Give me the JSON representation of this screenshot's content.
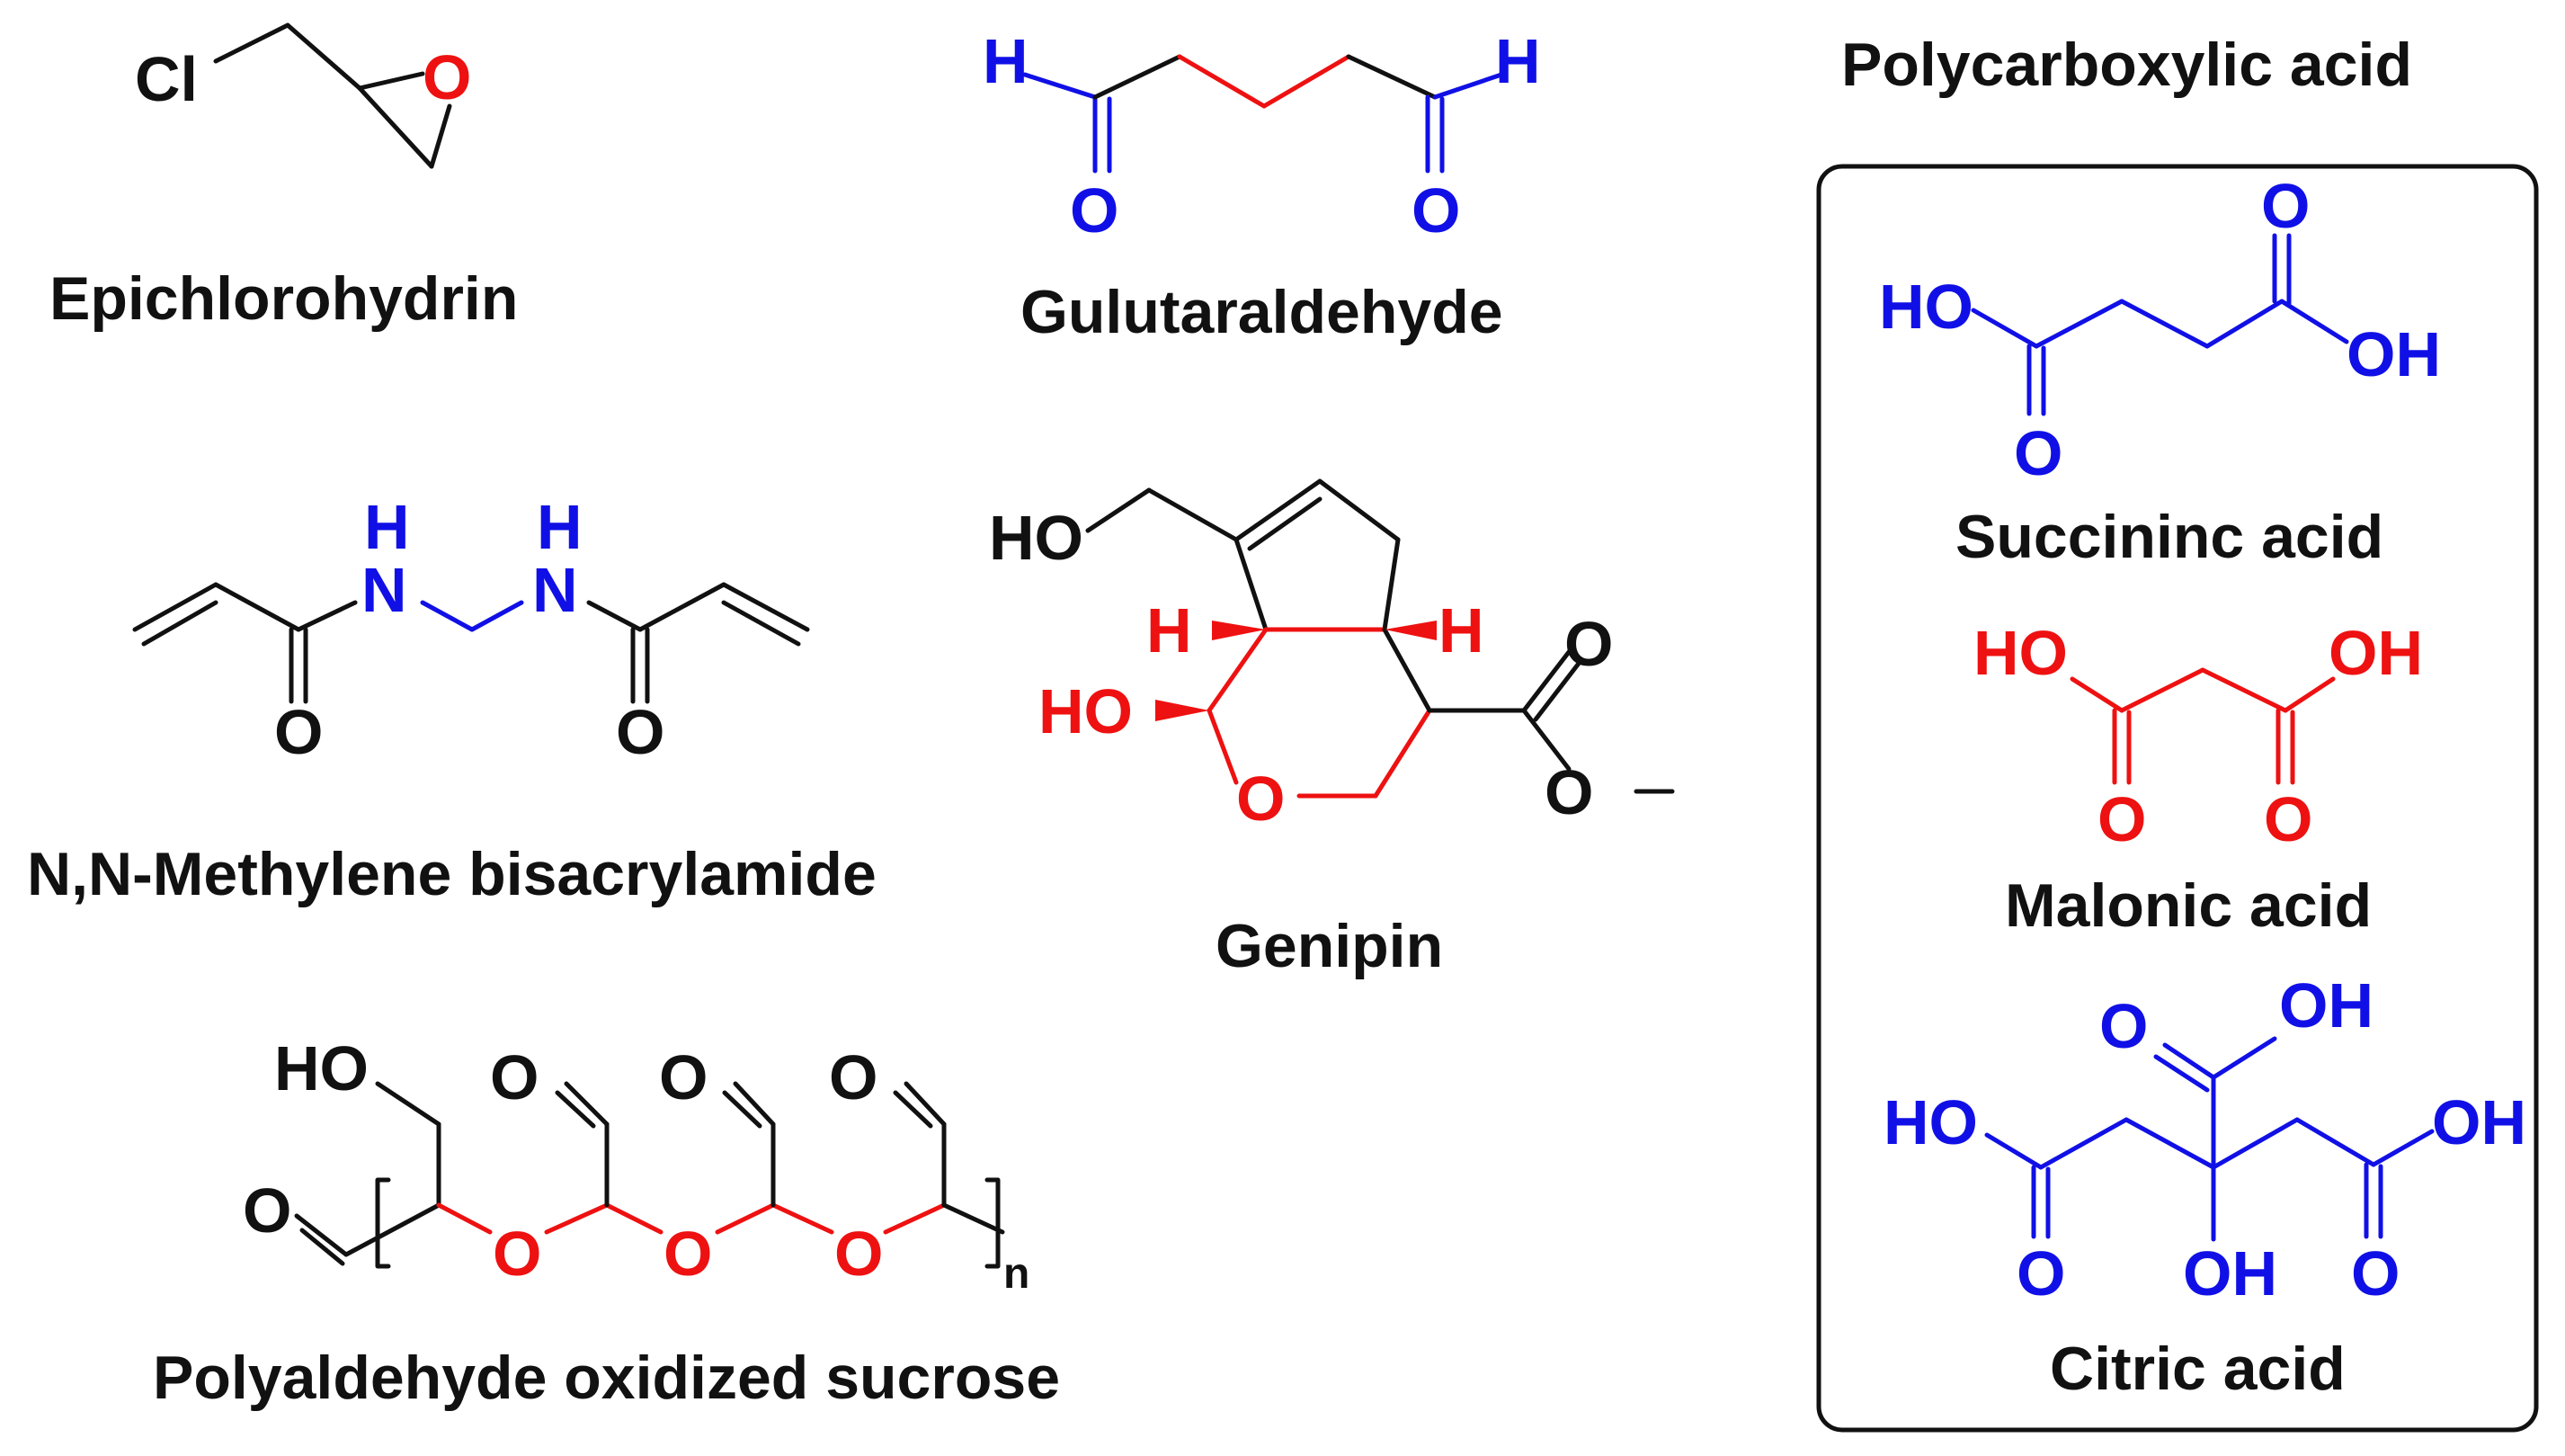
{
  "colors": {
    "black": "#111111",
    "blue": "#1010e6",
    "red": "#ee1111"
  },
  "molecules": {
    "epichlorohydrin": {
      "name": "Epichlorohydrin",
      "atoms": {
        "cl": "Cl",
        "o": "O"
      }
    },
    "glutaraldehyde": {
      "name": "Gulutaraldehyde",
      "atoms": {
        "h1": "H",
        "h2": "H",
        "o1": "O",
        "o2": "O"
      }
    },
    "mba": {
      "name": "N,N-Methylene bisacrylamide",
      "atoms": {
        "n1": "N",
        "n2": "N",
        "h1": "H",
        "h2": "H",
        "o1": "O",
        "o2": "O"
      }
    },
    "genipin": {
      "name": "Genipin",
      "atoms": {
        "ho1": "HO",
        "ho2": "HO",
        "h1": "H",
        "h2": "H",
        "o_ring": "O",
        "o_carbonyl": "O",
        "o_ester": "O"
      }
    },
    "pos": {
      "name": "Polyaldehyde oxidized sucrose",
      "atoms": {
        "ho": "HO",
        "o_ald1": "O",
        "o_ald2": "O",
        "o_ald3": "O",
        "o_ald4": "O",
        "o_eth1": "O",
        "o_eth2": "O",
        "o_eth3": "O",
        "n": "n"
      }
    }
  },
  "polycarboxylic": {
    "title": "Polycarboxylic acid",
    "succinic": {
      "name": "Succininc acid",
      "atoms": {
        "ho1": "HO",
        "oh2": "OH",
        "o1": "O",
        "o2": "O"
      }
    },
    "malonic": {
      "name": "Malonic acid",
      "atoms": {
        "ho1": "HO",
        "oh2": "OH",
        "o1": "O",
        "o2": "O"
      }
    },
    "citric": {
      "name": "Citric acid",
      "atoms": {
        "ho1": "HO",
        "oh_top": "OH",
        "oh_right": "OH",
        "oh_mid": "OH",
        "o_top": "O",
        "o_left": "O",
        "o_right": "O"
      }
    }
  }
}
